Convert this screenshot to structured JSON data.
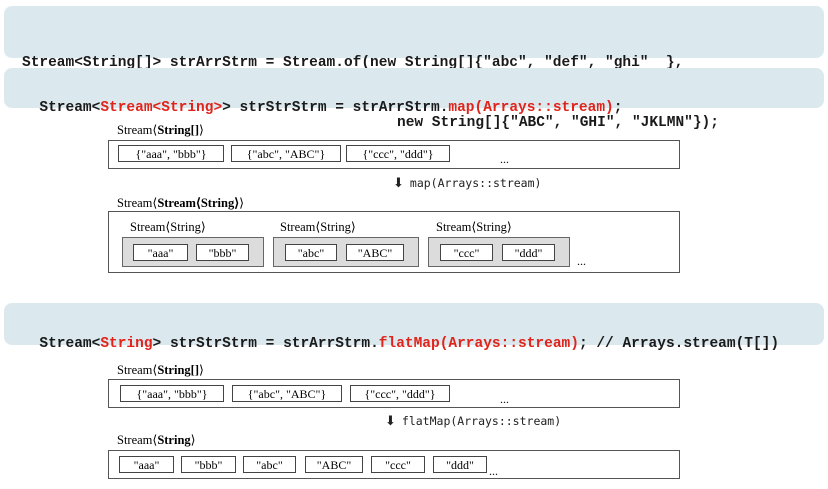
{
  "code1": {
    "line1": "Stream<String[]> strArrStrm = Stream.of(new String[]{\"abc\", \"def\", \"ghi\"  },",
    "line2": "new String[]{\"ABC\", \"GHI\", \"JKLMN\"});"
  },
  "code2": {
    "p1": "Stream<",
    "p2": "Stream<String>",
    "p3": "> strStrStrm = strArrStrm.",
    "p4": "map(Arrays::stream)",
    "p5": ";"
  },
  "code3": {
    "p1": "Stream<",
    "p2": "String",
    "p3": "> strStrStrm = strArrStrm.",
    "p4": "flatMap(Arrays::stream)",
    "p5": "; // Arrays.stream(T[])"
  },
  "diagram1": {
    "top_label_prefix": "Stream",
    "top_label_bold": "String[]",
    "top_items": [
      "{\"aaa\", \"bbb\"}",
      "{\"abc\", \"ABC\"}",
      "{\"ccc\", \"ddd\"}"
    ],
    "ellipsis": "...",
    "operation": "map(Arrays::stream)",
    "bottom_label_prefix": "Stream",
    "bottom_label_bold": "Stream",
    "bottom_label_bold2": "String",
    "groups": [
      {
        "label": "Stream⟨String⟩",
        "items": [
          "\"aaa\"",
          "\"bbb\""
        ]
      },
      {
        "label": "Stream⟨String⟩",
        "items": [
          "\"abc\"",
          "\"ABC\""
        ]
      },
      {
        "label": "Stream⟨String⟩",
        "items": [
          "\"ccc\"",
          "\"ddd\""
        ]
      }
    ]
  },
  "diagram2": {
    "top_label_prefix": "Stream",
    "top_label_bold": "String[]",
    "top_items": [
      "{\"aaa\", \"bbb\"}",
      "{\"abc\", \"ABC\"}",
      "{\"ccc\", \"ddd\"}"
    ],
    "ellipsis": "...",
    "operation": "flatMap(Arrays::stream)",
    "bottom_label_prefix": "Stream",
    "bottom_label_bold": "String",
    "bottom_items": [
      "\"aaa\"",
      "\"bbb\"",
      "\"abc\"",
      "\"ABC\"",
      "\"ccc\"",
      "\"ddd\""
    ]
  }
}
